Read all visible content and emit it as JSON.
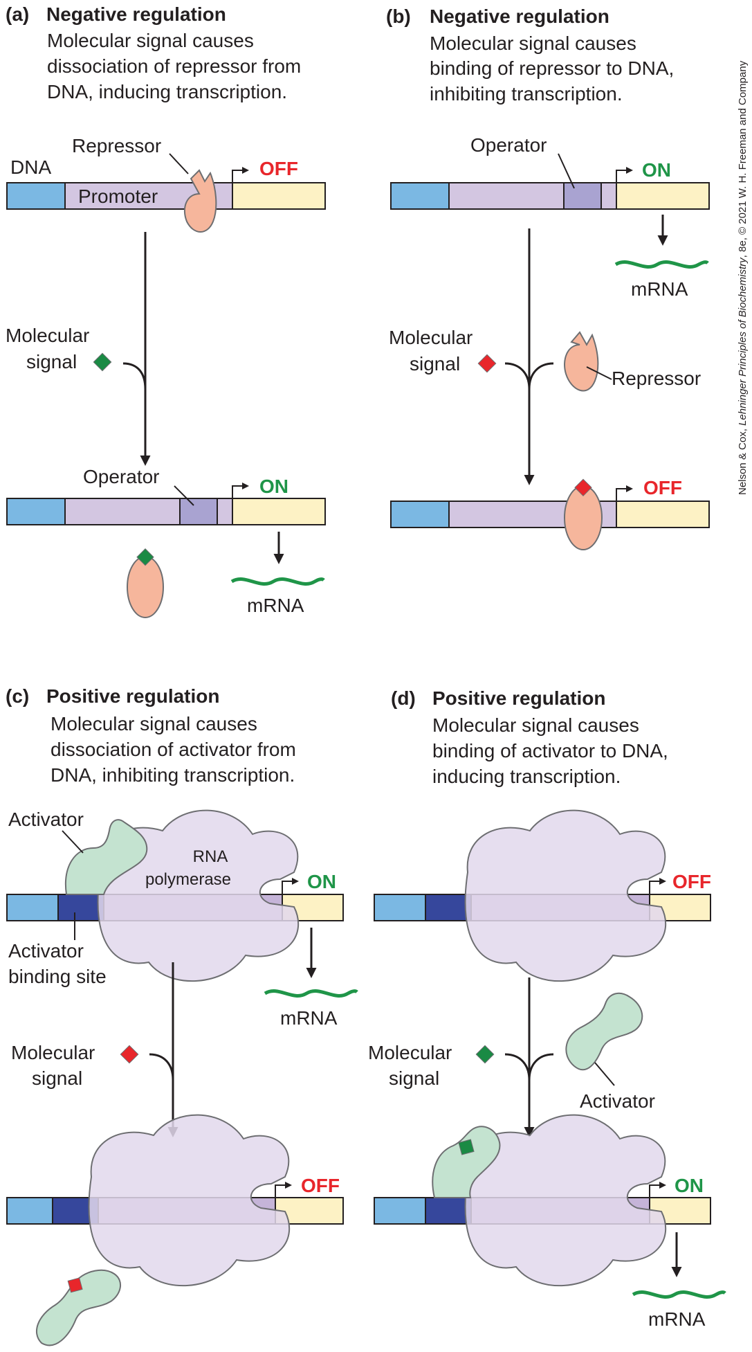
{
  "colors": {
    "dna_blue": "#7bb8e3",
    "promoter": "#d3c6e1",
    "operator": "#a9a3d1",
    "gene": "#fdf2c5",
    "activator_site": "#36479c",
    "repressor": "#f6b69c",
    "activator": "#c4e3d0",
    "polymerase": "#e2d8ec",
    "signal_green": "#1a8a44",
    "signal_red": "#e8262b",
    "mrna": "#1f9548",
    "on": "#1f9548",
    "off": "#e8262b"
  },
  "panel_a": {
    "letter": "(a)",
    "heading": "Negative regulation",
    "desc": [
      "Molecular signal causes",
      "dissociation of repressor from",
      "DNA, inducing transcription."
    ],
    "label_dna": "DNA",
    "label_repressor": "Repressor",
    "label_promoter": "Promoter",
    "label_operator": "Operator",
    "signal": [
      "Molecular",
      "signal"
    ],
    "state_top": "OFF",
    "state_bottom": "ON",
    "mrna": "mRNA"
  },
  "panel_b": {
    "letter": "(b)",
    "heading": "Negative regulation",
    "desc": [
      "Molecular signal causes",
      "binding of repressor to DNA,",
      "inhibiting transcription."
    ],
    "label_operator": "Operator",
    "label_repressor": "Repressor",
    "signal": [
      "Molecular",
      "signal"
    ],
    "state_top": "ON",
    "state_bottom": "OFF",
    "mrna": "mRNA"
  },
  "panel_c": {
    "letter": "(c)",
    "heading": "Positive regulation",
    "desc": [
      "Molecular signal causes",
      "dissociation of activator from",
      "DNA, inhibiting transcription."
    ],
    "label_activator": "Activator",
    "label_polymerase": [
      "RNA",
      "polymerase"
    ],
    "label_site": [
      "Activator",
      "binding site"
    ],
    "signal": [
      "Molecular",
      "signal"
    ],
    "state_top": "ON",
    "state_bottom": "OFF",
    "mrna": "mRNA"
  },
  "panel_d": {
    "letter": "(d)",
    "heading": "Positive regulation",
    "desc": [
      "Molecular signal causes",
      "binding of activator to DNA,",
      "inducing transcription."
    ],
    "label_activator": "Activator",
    "signal": [
      "Molecular",
      "signal"
    ],
    "state_top": "OFF",
    "state_bottom": "ON",
    "mrna": "mRNA"
  },
  "credit": {
    "prefix": "Nelson & Cox, ",
    "title": "Lehninger Principles of Biochemistry",
    "suffix": ", 8e, © 2021 W. H. Freeman and Company"
  }
}
